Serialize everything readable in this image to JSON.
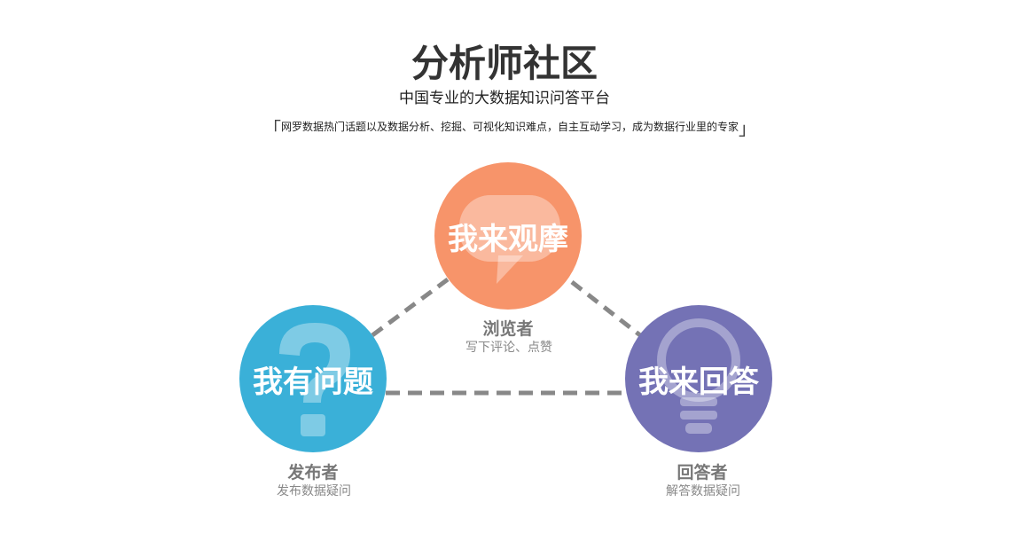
{
  "header": {
    "title": "分析师社区",
    "subtitle": "中国专业的大数据知识问答平台",
    "tagline": "网罗数据热门话题以及数据分析、挖掘、可视化知识难点，自主互动学习，成为数据行业里的专家",
    "bracket_open": "「",
    "bracket_close": "」"
  },
  "nodes": [
    {
      "label": "我来观摩",
      "role": "浏览者",
      "desc": "写下评论、点赞",
      "color": "#F7946A",
      "icon": "speech-bubble-icon"
    },
    {
      "label": "我有问题",
      "role": "发布者",
      "desc": "发布数据疑问",
      "color": "#3AB0D8",
      "icon": "question-mark-icon"
    },
    {
      "label": "我来回答",
      "role": "回答者",
      "desc": "解答数据疑问",
      "color": "#7472B5",
      "icon": "lightbulb-icon"
    }
  ],
  "connector_color": "#888888"
}
